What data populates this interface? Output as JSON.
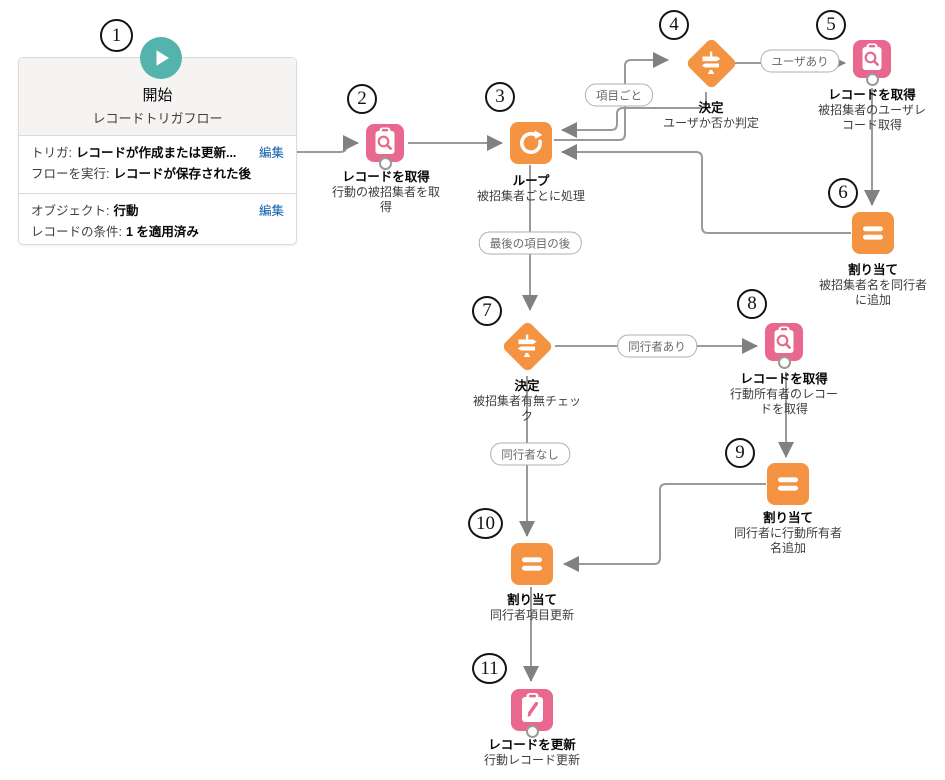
{
  "colors": {
    "teal_start": "#54b3ab",
    "pink_data": "#e8688f",
    "orange_logic": "#f49342",
    "connector_line": "#9b9a99",
    "edit_link_blue": "#0b5cab"
  },
  "icons": {
    "start": "play-icon",
    "get_records": "clipboard-search-icon",
    "loop": "circular-arrow-icon",
    "decision": "signpost-icon",
    "assignment": "equals-icon",
    "update_records": "clipboard-pencil-icon"
  },
  "step_numbers": [
    "1",
    "2",
    "3",
    "4",
    "5",
    "6",
    "7",
    "8",
    "9",
    "10",
    "11"
  ],
  "start": {
    "title": "開始",
    "type": "レコードトリガフロー",
    "rows": [
      {
        "label": "トリガ:",
        "value": "レコードが作成または更新...",
        "label2": "フローを実行:",
        "value2": "レコードが保存された後",
        "edit": "編集"
      },
      {
        "label": "オブジェクト:",
        "value": "行動",
        "label2": "レコードの条件:",
        "value2": "1 を適用済み",
        "edit": "編集"
      }
    ]
  },
  "nodes": [
    {
      "type": "get_records",
      "title": "レコードを取得",
      "desc": "行動の被招集者を取得"
    },
    {
      "type": "loop",
      "title": "ループ",
      "desc": "被招集者ごとに処理"
    },
    {
      "type": "decision",
      "title": "決定",
      "desc": "ユーザか否か判定"
    },
    {
      "type": "get_records",
      "title": "レコードを取得",
      "desc": "被招集者のユーザレコード取得"
    },
    {
      "type": "assignment",
      "title": "割り当て",
      "desc": "被招集者名を同行者に追加"
    },
    {
      "type": "decision",
      "title": "決定",
      "desc": "被招集者有無チェック"
    },
    {
      "type": "get_records",
      "title": "レコードを取得",
      "desc": "行動所有者のレコードを取得"
    },
    {
      "type": "assignment",
      "title": "割り当て",
      "desc": "同行者に行動所有者名追加"
    },
    {
      "type": "assignment",
      "title": "割り当て",
      "desc": "同行者項目更新"
    },
    {
      "type": "update_records",
      "title": "レコードを更新",
      "desc": "行動レコード更新"
    }
  ],
  "connector_labels": [
    {
      "text": "項目ごと"
    },
    {
      "text": "ユーザあり"
    },
    {
      "text": "最後の項目の後"
    },
    {
      "text": "同行者あり"
    },
    {
      "text": "同行者なし"
    }
  ]
}
